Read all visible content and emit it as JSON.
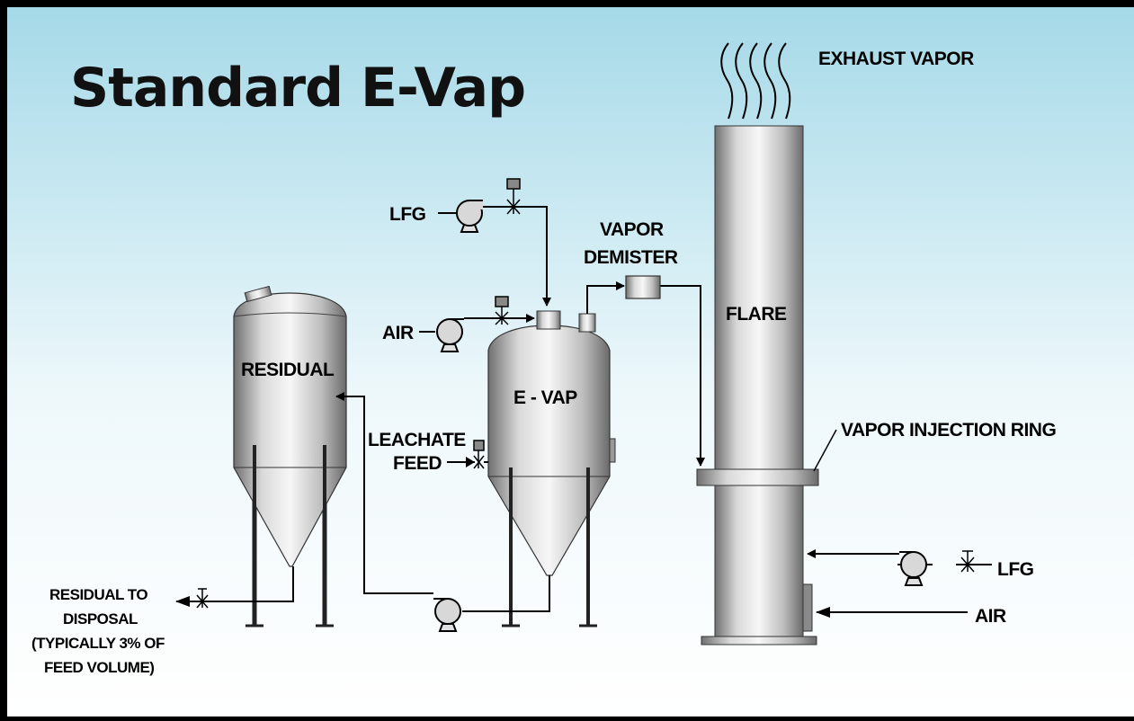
{
  "title": "Standard E-Vap",
  "labels": {
    "exhaust_vapor": "EXHAUST VAPOR",
    "lfg_top": "LFG",
    "vapor_demister_1": "VAPOR",
    "vapor_demister_2": "DEMISTER",
    "flare": "FLARE",
    "air_evap": "AIR",
    "residual": "RESIDUAL",
    "evap": "E - VAP",
    "leachate_1": "LEACHATE",
    "leachate_2": "FEED",
    "vapor_injection_ring": "VAPOR INJECTION RING",
    "lfg_bottom": "LFG",
    "air_flare": "AIR",
    "residual_out_1": "RESIDUAL TO",
    "residual_out_2": "DISPOSAL",
    "residual_out_3": "(TYPICALLY 3% OF",
    "residual_out_4": "FEED VOLUME)"
  },
  "colors": {
    "background_top": "#a8dcea",
    "background_bottom": "#ffffff",
    "steel_dark": "#6f6f6f",
    "steel_light": "#f2f2f2",
    "line": "#000000"
  },
  "icons": [
    "pump-icon",
    "valve-icon",
    "actuated-valve-icon",
    "arrow-icon",
    "vapor-wave-icon"
  ]
}
